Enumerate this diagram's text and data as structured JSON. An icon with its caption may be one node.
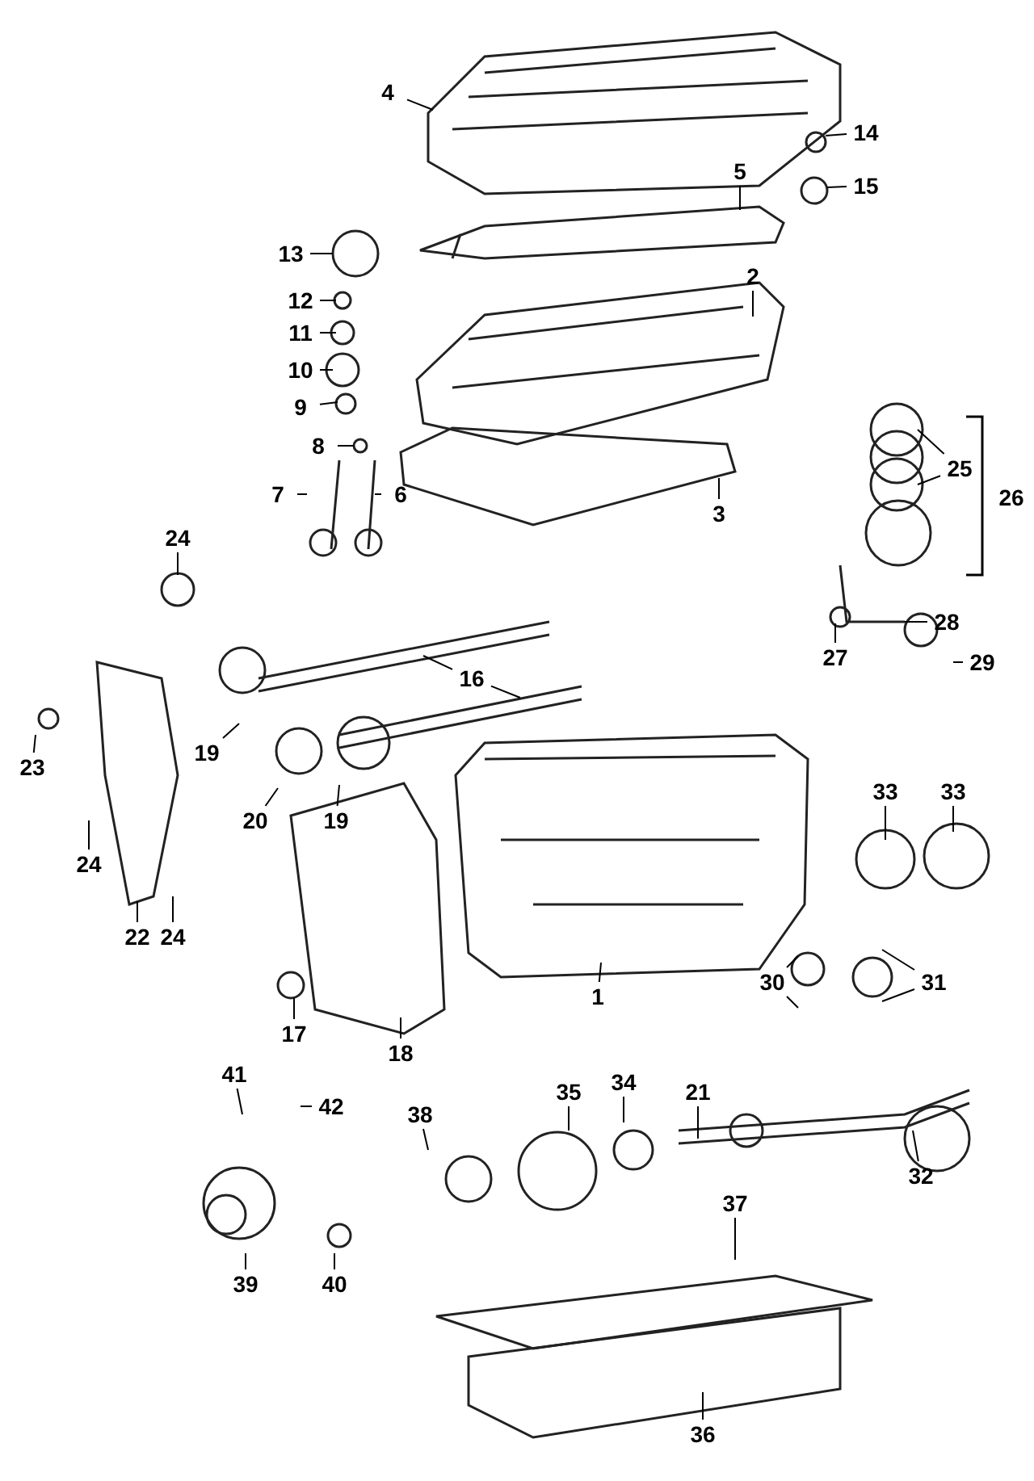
{
  "diagram": {
    "nodes": [
      {
        "text": [
          "4"
        ]
      },
      {
        "text": [
          "14"
        ]
      },
      {
        "text": [
          "5"
        ]
      },
      {
        "text": [
          "15"
        ]
      },
      {
        "text": [
          "13"
        ]
      },
      {
        "text": [
          "2"
        ]
      },
      {
        "text": [
          "12"
        ]
      },
      {
        "text": [
          "11"
        ]
      },
      {
        "text": [
          "10"
        ]
      },
      {
        "text": [
          "9"
        ]
      },
      {
        "text": [
          "8"
        ]
      },
      {
        "text": [
          "7"
        ]
      },
      {
        "text": [
          "6"
        ]
      },
      {
        "text": [
          "25"
        ]
      },
      {
        "text": [
          "26"
        ]
      },
      {
        "text": [
          "3"
        ]
      },
      {
        "text": [
          "24"
        ]
      },
      {
        "text": [
          "28"
        ]
      },
      {
        "text": [
          "16"
        ]
      },
      {
        "text": [
          "27"
        ]
      },
      {
        "text": [
          "29"
        ]
      },
      {
        "text": [
          "23"
        ]
      },
      {
        "text": [
          "19"
        ]
      },
      {
        "text": [
          "20"
        ]
      },
      {
        "text": [
          "19"
        ]
      },
      {
        "text": [
          "33"
        ]
      },
      {
        "text": [
          "33"
        ]
      },
      {
        "text": [
          "24"
        ]
      },
      {
        "text": [
          "22"
        ]
      },
      {
        "text": [
          "24"
        ]
      },
      {
        "text": [
          "30"
        ]
      },
      {
        "text": [
          "31"
        ]
      },
      {
        "text": [
          "1"
        ]
      },
      {
        "text": [
          "17"
        ]
      },
      {
        "text": [
          "18"
        ]
      },
      {
        "text": [
          "41"
        ]
      },
      {
        "text": [
          "42"
        ]
      },
      {
        "text": [
          "38"
        ]
      },
      {
        "text": [
          "35"
        ]
      },
      {
        "text": [
          "34"
        ]
      },
      {
        "text": [
          "21"
        ]
      },
      {
        "text": [
          "32"
        ]
      },
      {
        "text": [
          "37"
        ]
      },
      {
        "text": [
          "39"
        ]
      },
      {
        "text": [
          "40"
        ]
      },
      {
        "text": [
          "36"
        ]
      }
    ],
    "edges": [
      {
        "from": 0,
        "to": null,
        "arrow": "none"
      },
      {
        "from": 1,
        "to": null,
        "arrow": "none"
      },
      {
        "from": 2,
        "to": null,
        "arrow": "none"
      },
      {
        "from": 3,
        "to": null,
        "arrow": "none"
      },
      {
        "from": 4,
        "to": null,
        "arrow": "none"
      },
      {
        "from": 5,
        "to": null,
        "arrow": "none"
      },
      {
        "from": 6,
        "to": null,
        "arrow": "none"
      },
      {
        "from": 7,
        "to": null,
        "arrow": "none"
      },
      {
        "from": 8,
        "to": null,
        "arrow": "none"
      },
      {
        "from": 9,
        "to": null,
        "arrow": "none"
      },
      {
        "from": 10,
        "to": null,
        "arrow": "none"
      },
      {
        "from": 11,
        "to": null,
        "arrow": "none"
      },
      {
        "from": 12,
        "to": null,
        "arrow": "none"
      },
      {
        "from": 13,
        "to": null,
        "arrow": "none"
      },
      {
        "from": 13,
        "to": null,
        "arrow": "none"
      },
      {
        "from": 15,
        "to": null,
        "arrow": "none"
      },
      {
        "from": 16,
        "to": null,
        "arrow": "none"
      },
      {
        "from": 17,
        "to": null,
        "arrow": "none"
      },
      {
        "from": 18,
        "to": null,
        "arrow": "none"
      },
      {
        "from": 18,
        "to": null,
        "arrow": "none"
      },
      {
        "from": 19,
        "to": null,
        "arrow": "none"
      },
      {
        "from": 20,
        "to": null,
        "arrow": "none"
      },
      {
        "from": 21,
        "to": null,
        "arrow": "none"
      },
      {
        "from": 22,
        "to": null,
        "arrow": "none"
      },
      {
        "from": 23,
        "to": null,
        "arrow": "none"
      },
      {
        "from": 24,
        "to": null,
        "arrow": "none"
      },
      {
        "from": 25,
        "to": null,
        "arrow": "none"
      },
      {
        "from": 26,
        "to": null,
        "arrow": "none"
      },
      {
        "from": 27,
        "to": null,
        "arrow": "none"
      },
      {
        "from": 28,
        "to": null,
        "arrow": "none"
      },
      {
        "from": 29,
        "to": null,
        "arrow": "none"
      },
      {
        "from": 30,
        "to": null,
        "arrow": "none"
      },
      {
        "from": 30,
        "to": null,
        "arrow": "none"
      },
      {
        "from": 31,
        "to": null,
        "arrow": "none"
      },
      {
        "from": 31,
        "to": null,
        "arrow": "none"
      },
      {
        "from": 32,
        "to": null,
        "arrow": "none"
      },
      {
        "from": 33,
        "to": null,
        "arrow": "none"
      },
      {
        "from": 34,
        "to": null,
        "arrow": "none"
      },
      {
        "from": 35,
        "to": null,
        "arrow": "none"
      },
      {
        "from": 36,
        "to": null,
        "arrow": "none"
      },
      {
        "from": 37,
        "to": null,
        "arrow": "none"
      },
      {
        "from": 38,
        "to": null,
        "arrow": "none"
      },
      {
        "from": 39,
        "to": null,
        "arrow": "none"
      },
      {
        "from": 40,
        "to": null,
        "arrow": "none"
      },
      {
        "from": 41,
        "to": null,
        "arrow": "none"
      },
      {
        "from": 42,
        "to": null,
        "arrow": "none"
      },
      {
        "from": 43,
        "to": null,
        "arrow": "none"
      },
      {
        "from": 44,
        "to": null,
        "arrow": "none"
      },
      {
        "from": 45,
        "to": null,
        "arrow": "none"
      }
    ]
  }
}
